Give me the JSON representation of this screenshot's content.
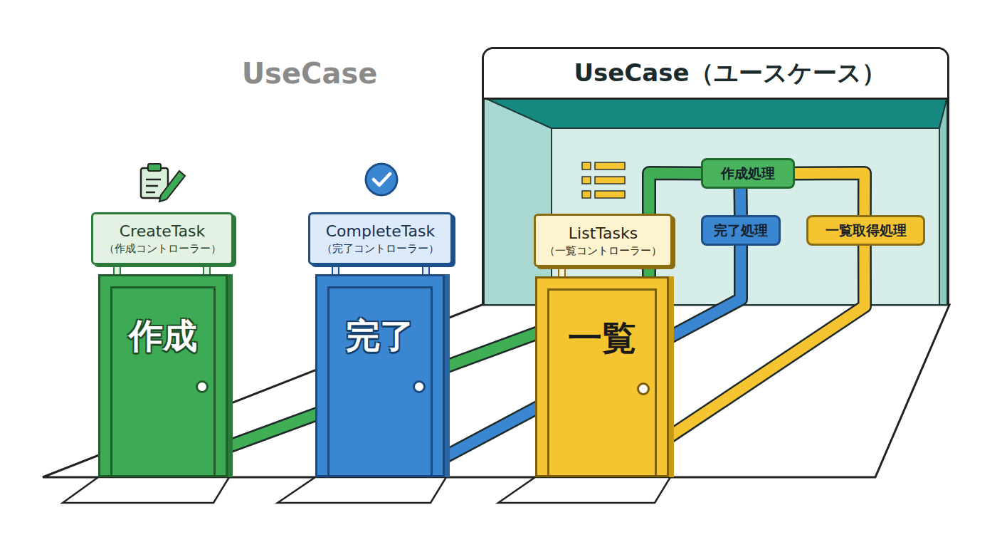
{
  "diagram": {
    "nodes": [
      {
        "text": [
          "UseCase（ユースケース）"
        ]
      },
      {
        "text": [
          "作成処理"
        ],
        "in": 0
      },
      {
        "text": [
          "完了処理"
        ],
        "in": 0
      },
      {
        "text": [
          "一覧取得処理"
        ],
        "in": 0
      },
      {
        "text": [
          "CreateTask",
          "（作成コントローラー）"
        ]
      },
      {
        "text": [
          "作成"
        ]
      },
      {
        "text": [
          "CompleteTask",
          "（完了コントローラー）"
        ]
      },
      {
        "text": [
          "完了"
        ]
      },
      {
        "text": [
          "ListTasks",
          "（一覧コントローラー）"
        ]
      },
      {
        "text": [
          "一覧"
        ]
      }
    ],
    "edges": [
      {
        "from": 5,
        "to": 1,
        "arrow": "none"
      },
      {
        "from": 7,
        "to": 2,
        "arrow": "none"
      },
      {
        "from": 9,
        "to": 3,
        "arrow": "none"
      },
      {
        "from": 2,
        "to": 1,
        "arrow": "none"
      },
      {
        "from": 3,
        "to": 1,
        "arrow": "none"
      }
    ],
    "labels": [
      "UseCase"
    ]
  }
}
